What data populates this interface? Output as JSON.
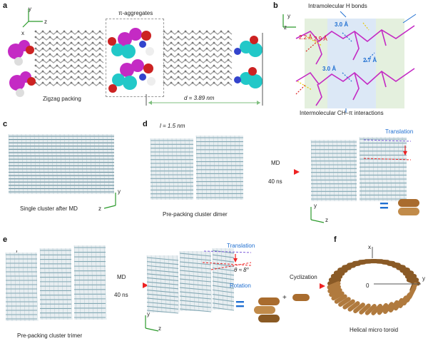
{
  "panels": {
    "a": {
      "label": "a",
      "title": "π-aggregates",
      "caption": "Zigzag packing",
      "distance": "d = 3.89 nm",
      "axes": {
        "y": "y",
        "z": "z",
        "x": "x"
      }
    },
    "b": {
      "label": "b",
      "top_caption": "Intramolecular H bonds",
      "bottom_caption": "Intermolecular CH–π interactions",
      "axes": {
        "y": "y",
        "z": "z"
      },
      "distances": {
        "d1": "2.2 Å",
        "d2": "2.9 Å",
        "d3": "3.0 Å",
        "d4": "2.7 Å",
        "d5": "3.0 Å"
      }
    },
    "c": {
      "label": "c",
      "caption": "Single cluster after MD",
      "axes": {
        "y": "y",
        "z": "z"
      }
    },
    "d": {
      "label": "d",
      "caption": "Pre-packing cluster dimer",
      "length": "l = 1.5 nm",
      "arrow_top": "MD",
      "arrow_bottom": "40 ns",
      "motion": "Translation",
      "equals": "=",
      "axes": {
        "y": "y",
        "z": "z"
      }
    },
    "e": {
      "label": "e",
      "caption": "Pre-packing cluster trimer",
      "l1": "l",
      "l2": "l",
      "arrow_top": "MD",
      "arrow_bottom": "40 ns",
      "motion1": "Translation",
      "motion2": "Rotation",
      "angle": "θ ≈ 8°",
      "equals": "=",
      "axes": {
        "y": "y",
        "z": "z"
      }
    },
    "f": {
      "label": "f",
      "caption": "Helical micro toroid",
      "cyclization": "Cyclization",
      "plus": "+",
      "axes": {
        "x": "x",
        "y": "y",
        "origin": "0"
      }
    }
  },
  "colors": {
    "magenta": "#c42ac4",
    "cyan": "#22c8c8",
    "chain": "#9a9a9a",
    "cluster": "#6f9aa8",
    "toroid": "#b07a3e",
    "accent_blue": "#1f6fd1",
    "accent_red": "#dd1111"
  }
}
